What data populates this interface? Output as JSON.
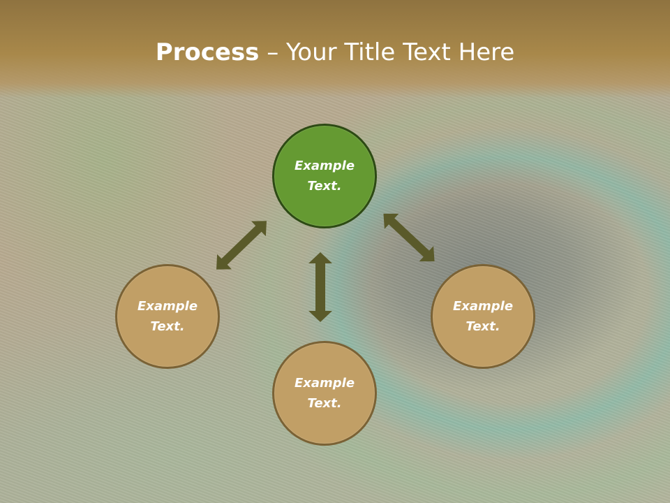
{
  "slide": {
    "title_strong": "Process",
    "title_rest": " – Your Title Text Here"
  },
  "nodes": [
    {
      "id": "top",
      "line1": "Example",
      "line2": "Text."
    },
    {
      "id": "left",
      "line1": "Example",
      "line2": "Text."
    },
    {
      "id": "right",
      "line1": "Example",
      "line2": "Text."
    },
    {
      "id": "bottom",
      "line1": "Example",
      "line2": "Text."
    }
  ],
  "colors": {
    "center_fill": "#659a32",
    "node_fill": "#c19f66",
    "arrow": "#5a5a2a",
    "header": "#a8884a"
  }
}
